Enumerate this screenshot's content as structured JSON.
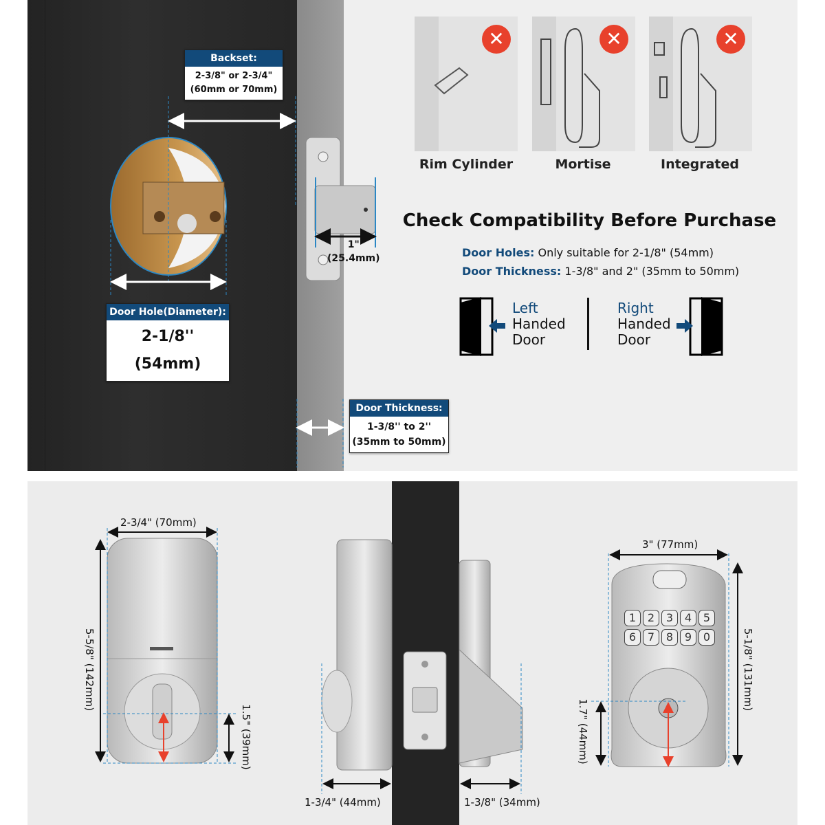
{
  "install_diagram": {
    "backset": {
      "title": "Backset:",
      "line1": "2-3/8\" or 2-3/4\"",
      "line2": "(60mm or 70mm)"
    },
    "door_hole": {
      "title": "Door Hole(Diameter):",
      "value": "2-1/8'' (54mm)"
    },
    "bolt_throw": {
      "line1": "1\"",
      "line2": "(25.4mm)"
    },
    "door_thickness": {
      "title": "Door Thickness:",
      "line1": "1-3/8'' to 2''",
      "line2": "(35mm to 50mm)"
    }
  },
  "incompatible": [
    {
      "label": "Rim Cylinder",
      "icon": "x-icon"
    },
    {
      "label": "Mortise",
      "icon": "x-icon"
    },
    {
      "label": "Integrated",
      "icon": "x-icon"
    }
  ],
  "compatibility": {
    "title": "Check Compatibility Before Purchase",
    "holes_label": "Door Holes:",
    "holes_value": "Only suitable for 2-1/8\" (54mm)",
    "thickness_label": "Door Thickness:",
    "thickness_value": "1-3/8\" and 2\" (35mm to 50mm)",
    "left": {
      "w1": "Left",
      "w2": "Handed",
      "w3": "Door"
    },
    "right": {
      "w1": "Right",
      "w2": "Handed",
      "w3": "Door"
    }
  },
  "dimensions": {
    "interior_width": "2-3/4\" (70mm)",
    "interior_height": "5-5/8\" (142mm)",
    "interior_center": "1.5\" (39mm)",
    "side_interior_depth": "1-3/4\" (44mm)",
    "side_exterior_depth": "1-3/8\" (34mm)",
    "exterior_width": "3\" (77mm)",
    "exterior_height": "5-1/8\" (131mm)",
    "exterior_center": "1.7\" (44mm)"
  },
  "keypad": [
    "1",
    "2",
    "3",
    "4",
    "5",
    "6",
    "7",
    "8",
    "9",
    "0"
  ],
  "colors": {
    "accent": "#124a7a",
    "error": "#e8412c",
    "door": "#262626"
  }
}
